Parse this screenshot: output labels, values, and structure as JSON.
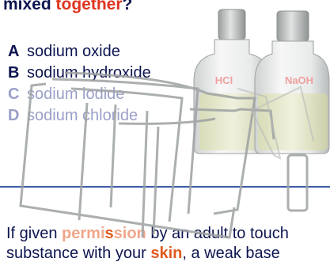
{
  "question": {
    "lead": "mixed ",
    "accent_word": "together",
    "tail": "?"
  },
  "answers": [
    {
      "letter": "A",
      "text": "sodium oxide"
    },
    {
      "letter": "B",
      "text": "sodium hydroxide"
    },
    {
      "letter": "C",
      "text": "sodium iodide"
    },
    {
      "letter": "D",
      "text": "sodium chloride"
    }
  ],
  "bottles": [
    {
      "label": "HCl"
    },
    {
      "label": "NaOH"
    }
  ],
  "bottom_text": {
    "line1_prefix": "If given ",
    "line1_perm_a": "permi",
    "line1_perm_s": "s",
    "line1_perm_b": "sion",
    "line1_suffix": " by an adult to touch",
    "line2_prefix": "substance with your ",
    "line2_skin": "skin",
    "line2_suffix": ", a weak base"
  },
  "colors": {
    "text": "#0d1550",
    "accent": "#e0341f",
    "dim": "#9aa0c8",
    "rule": "#3c5ba8"
  }
}
